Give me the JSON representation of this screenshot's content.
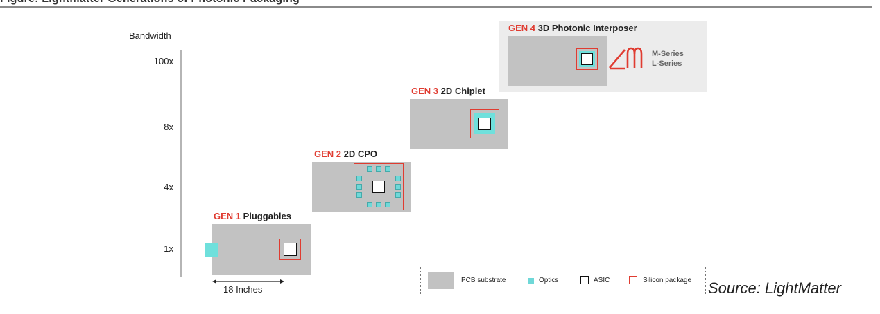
{
  "figure": {
    "partial_title": "Figure: Lightmatter Generations of Photonic Packaging"
  },
  "axis": {
    "title": "Bandwidth",
    "ticks": [
      "100x",
      "8x",
      "4x",
      "1x"
    ]
  },
  "generations": [
    {
      "gen": "GEN 1",
      "name": "Pluggables"
    },
    {
      "gen": "GEN 2",
      "name": "2D CPO"
    },
    {
      "gen": "GEN 3",
      "name": "2D Chiplet"
    },
    {
      "gen": "GEN 4",
      "name": "3D Photonic Interposer"
    }
  ],
  "gen4": {
    "series": [
      "M-Series",
      "L-Series"
    ]
  },
  "dimension": {
    "label": "18 Inches"
  },
  "legend": {
    "items": [
      {
        "label": "PCB substrate",
        "color": "#c2c2c2"
      },
      {
        "label": "Optics",
        "color": "#6fd8d8"
      },
      {
        "label": "ASIC",
        "color": "#ffffff"
      },
      {
        "label": "Silicon package",
        "color": "#e03c31"
      }
    ]
  },
  "source": "Source: LightMatter",
  "colors": {
    "accent_red": "#e03c31",
    "optics_cyan": "#6fd8d8",
    "pcb_gray": "#c2c2c2"
  }
}
